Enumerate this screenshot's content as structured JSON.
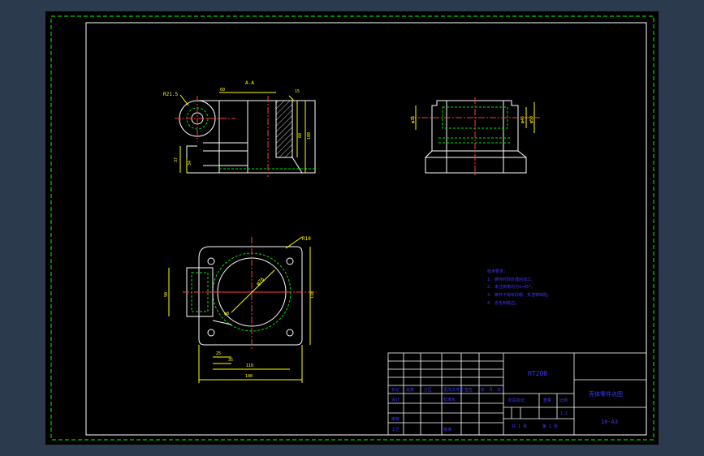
{
  "colors": {
    "viewport_bg": "#2b3a4c",
    "paper": "#000000",
    "border_dashed": "#00ff00",
    "outline": "#ffffff",
    "dimension": "#ffff00",
    "centerline": "#ff3b3b",
    "hidden": "#00e000",
    "notes": "#3b3bff",
    "titleblock_text": "#3b3bff"
  },
  "views": {
    "section_label": "A-A",
    "front_dims": {
      "r_small": "R21.5",
      "width_top": "60",
      "height_a": "37",
      "height_b": "34",
      "chamfer": "15",
      "h1": "60",
      "h2": "100"
    },
    "side_dims": {
      "left_h": "φ35",
      "right_h1": "φ46",
      "right_h2": "φ50"
    },
    "top_dims": {
      "r_corner": "R10",
      "bore": "φ76",
      "hole": "φ8",
      "width_left": "90",
      "height_right": "110",
      "d1": "25",
      "d2": "35",
      "w1": "110",
      "w2": "140"
    }
  },
  "notes": {
    "heading": "技术要求:",
    "items": [
      "1. 铸件时效处理后加工。",
      "2. 未注倒角均为1×45°。",
      "3. 铸件不得有砂眼、夹渣等缺陷。",
      "4. 去毛刺锐边。"
    ]
  },
  "title_block": {
    "material": "HT200",
    "part_name": "壳体零件点图",
    "drawing_no": "10-A3",
    "scale_label": "比例",
    "scale": "1:2",
    "stage_label": "阶段标记",
    "weight_label": "重量",
    "sheet_label": "共 1 张",
    "sheet_of": "第 1 张",
    "row_design": "设计",
    "row_check": "审核",
    "row_process": "工艺",
    "row_approve": "批准",
    "row_standard": "标准化",
    "mark_label": "标记",
    "count_label": "处数",
    "zone_label": "分区",
    "change_label": "更改文件号",
    "sign_label": "签名",
    "date_label": "年、月、日"
  }
}
